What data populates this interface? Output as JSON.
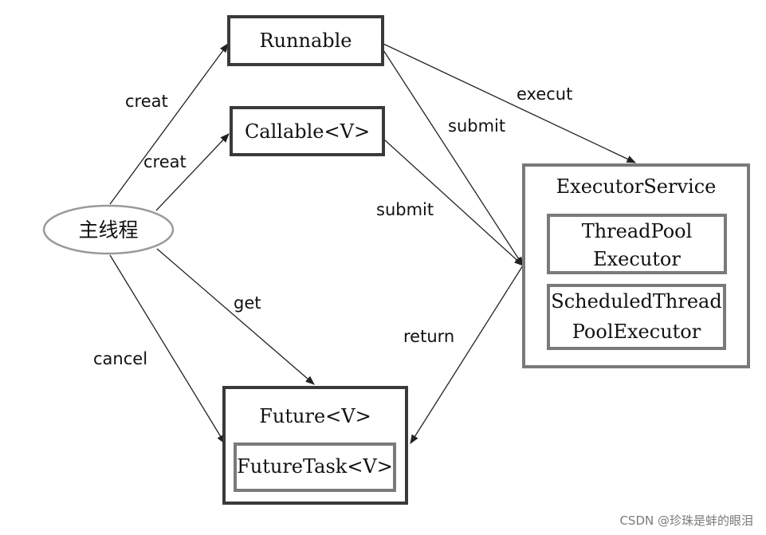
{
  "nodes": {
    "main_thread": "主线程",
    "runnable": "Runnable",
    "callable": "Callable<V>",
    "future": "Future<V>",
    "future_task": "FutureTask<V>",
    "executor_service": "ExecutorService",
    "thread_pool_executor": [
      "ThreadPool",
      "Executor"
    ],
    "scheduled_thread_pool_executor": [
      "ScheduledThread",
      "PoolExecutor"
    ]
  },
  "edges": {
    "creat_runnable": "creat",
    "creat_callable": "creat",
    "execut": "execut",
    "submit_runnable": "submit",
    "submit_callable": "submit",
    "get": "get",
    "cancel": "cancel",
    "return": "return"
  },
  "colors": {
    "box_dark": "#3a3a3a",
    "box_gray": "#7a7a7a",
    "ellipse": "#9a9a9a",
    "edge": "#222222",
    "watermark": "#7a7a7a"
  },
  "watermark": "CSDN @珍珠是蚌的眼泪"
}
